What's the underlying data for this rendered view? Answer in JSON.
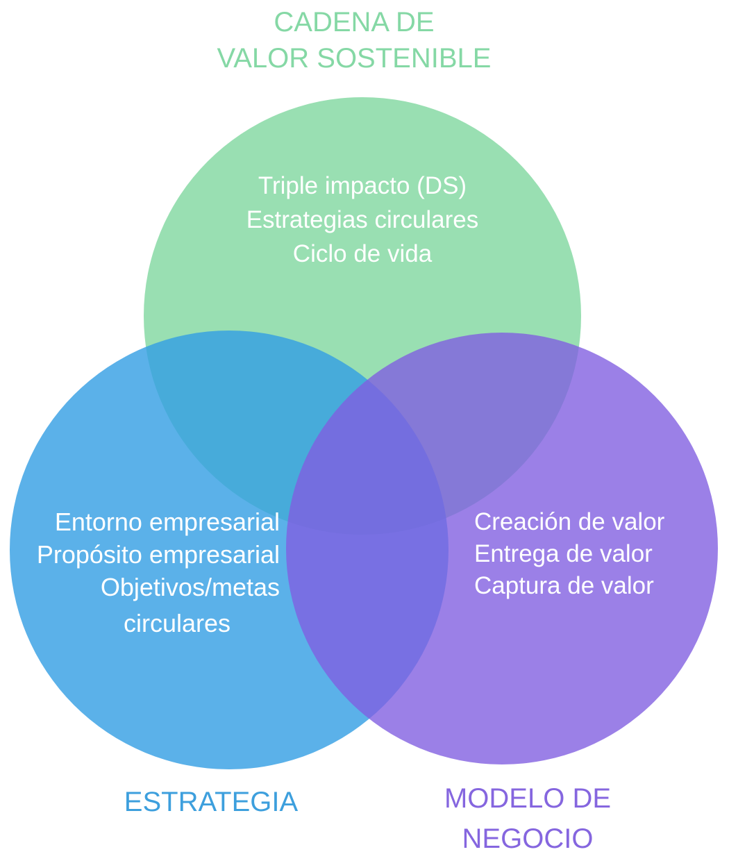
{
  "diagram": {
    "title": {
      "lines": [
        "CADENA DE",
        "VALOR SOSTENIBLE"
      ]
    },
    "circles": {
      "sustainable_value_chain": {
        "name": "CADENA DE VALOR SOSTENIBLE",
        "items": [
          "Triple impacto (DS)",
          "Estrategias circulares",
          "Ciclo de vida"
        ]
      },
      "strategy": {
        "label": "ESTRATEGIA",
        "items": [
          "Entorno empresarial",
          "Propósito empresarial",
          "Objetivos/metas"
        ],
        "item_centered": "circulares"
      },
      "business_model": {
        "label_lines": [
          "MODELO DE",
          "NEGOCIO"
        ],
        "items": [
          "Creación de valor",
          "Entrega de valor",
          "Captura de valor"
        ]
      }
    },
    "colors": {
      "green_fill": "#99dfb2",
      "blue_fill": "#329ee3",
      "purple_fill": "#805ee0",
      "title_green": "#85d8a5",
      "strategy_label_blue": "#3d9fdd",
      "business_model_label_purple": "#8566df",
      "inner_text": "#ffffff",
      "background": "#ffffff"
    }
  }
}
